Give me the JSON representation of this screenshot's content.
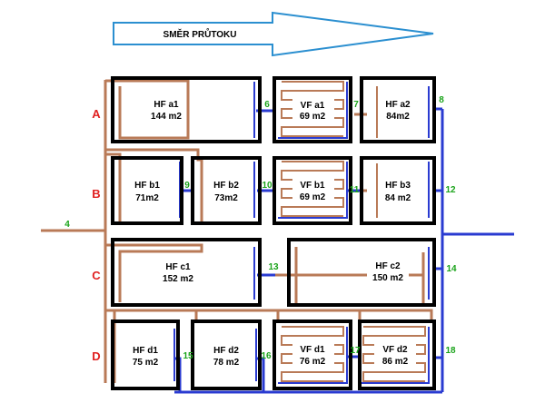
{
  "flow": {
    "label": "SMĚR PRŮTOKU"
  },
  "colors": {
    "brown": "#b97a57",
    "blue": "#2a3bd1",
    "red": "#e02020",
    "green": "#1aa31a",
    "arrow": "#2b8fd0"
  },
  "rows": [
    "A",
    "B",
    "C",
    "D"
  ],
  "cells": {
    "hf_a1": {
      "name": "HF a1",
      "area": "144 m2"
    },
    "vf_a1": {
      "name": "VF a1",
      "area": "69 m2"
    },
    "hf_a2": {
      "name": "HF a2",
      "area": "84m2"
    },
    "hf_b1": {
      "name": "HF b1",
      "area": "71m2"
    },
    "hf_b2": {
      "name": "HF b2",
      "area": "73m2"
    },
    "vf_b1": {
      "name": "VF b1",
      "area": "69 m2"
    },
    "hf_b3": {
      "name": "HF b3",
      "area": "84 m2"
    },
    "hf_c1": {
      "name": "HF c1",
      "area": "152 m2"
    },
    "hf_c2": {
      "name": "HF c2",
      "area": "150 m2"
    },
    "hf_d1": {
      "name": "HF d1",
      "area": "75 m2"
    },
    "hf_d2": {
      "name": "HF d2",
      "area": "78 m2"
    },
    "vf_d1": {
      "name": "VF d1",
      "area": "76 m2"
    },
    "vf_d2": {
      "name": "VF d2",
      "area": "86 m2"
    }
  },
  "points": {
    "p4": "4",
    "p6": "6",
    "p7": "7",
    "p8": "8",
    "p9": "9",
    "p10": "10",
    "p11": "11",
    "p12": "12",
    "p13": "13",
    "p14": "14",
    "p15": "15",
    "p16": "16",
    "p17": "17",
    "p18": "18"
  }
}
